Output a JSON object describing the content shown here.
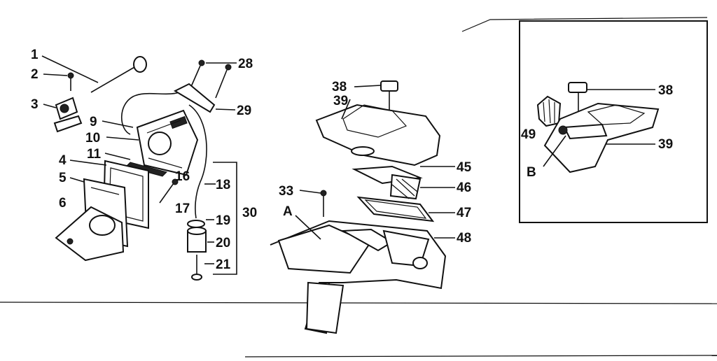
{
  "diagram": {
    "callouts": {
      "c1": "1",
      "c2": "2",
      "c3": "3",
      "c4": "4",
      "c5": "5",
      "c6": "6",
      "c9": "9",
      "c10": "10",
      "c11": "11",
      "c16": "16",
      "c17": "17",
      "c18": "18",
      "c19": "19",
      "c20": "20",
      "c21": "21",
      "c28": "28",
      "c29": "29",
      "c30": "30",
      "c33": "33",
      "cA": "A",
      "c38a": "38",
      "c39a": "39",
      "c45": "45",
      "c46": "46",
      "c47": "47",
      "c48": "48",
      "c38b": "38",
      "c39b": "39",
      "c49": "49",
      "cB": "B"
    }
  }
}
